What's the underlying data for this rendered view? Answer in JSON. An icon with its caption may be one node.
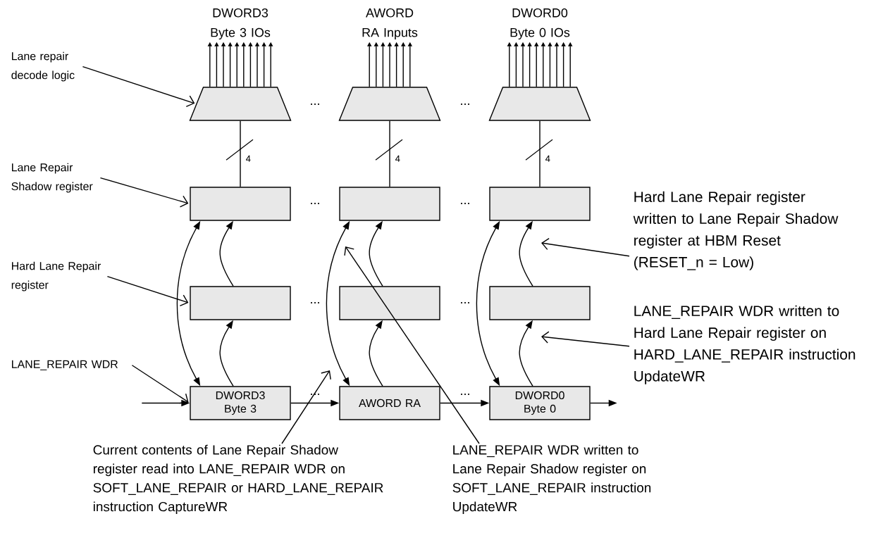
{
  "diagram": {
    "nodes": [
      {
        "text": [
          "DWORD3 Byte 3 IOs"
        ]
      },
      {
        "text": [
          "AWORD RA Inputs"
        ]
      },
      {
        "text": [
          "DWORD0 Byte 0 IOs"
        ]
      },
      {
        "text": [
          "Lane repair decode logic"
        ]
      },
      {
        "text": [],
        "shape": "trapezoid"
      },
      {
        "text": [],
        "shape": "trapezoid"
      },
      {
        "text": [],
        "shape": "trapezoid"
      },
      {
        "text": [
          "Lane Repair Shadow register"
        ]
      },
      {
        "text": [],
        "shape": "box"
      },
      {
        "text": [],
        "shape": "box"
      },
      {
        "text": [],
        "shape": "box"
      },
      {
        "text": [
          "Hard Lane Repair register"
        ]
      },
      {
        "text": [],
        "shape": "box"
      },
      {
        "text": [],
        "shape": "box"
      },
      {
        "text": [],
        "shape": "box"
      },
      {
        "text": [
          "LANE_REPAIR WDR"
        ]
      },
      {
        "text": [
          "DWORD3 Byte 3"
        ]
      },
      {
        "text": [
          "AWORD RA"
        ]
      },
      {
        "text": [
          "DWORD0 Byte 0"
        ]
      },
      {
        "text": [
          "Hard Lane Repair register written to Lane Repair Shadow register at HBM Reset (RESET_n = Low)"
        ]
      },
      {
        "text": [
          "LANE_REPAIR WDR written to Hard Lane Repair register on HARD_LANE_REPAIR instruction UpdateWR"
        ]
      },
      {
        "text": [
          "Current contents of Lane Repair Shadow register read into LANE_REPAIR WDR on SOFT_LANE_REPAIR or HARD_LANE_REPAIR instruction CaptureWR"
        ]
      },
      {
        "text": [
          "LANE_REPAIR WDR written to Lane Repair Shadow register on SOFT_LANE_REPAIR instruction UpdateWR"
        ]
      }
    ],
    "edges": [
      {
        "from": 4,
        "to": 0,
        "arrow": "to"
      },
      {
        "from": 4,
        "to": 0,
        "arrow": "to"
      },
      {
        "from": 4,
        "to": 0,
        "arrow": "to"
      },
      {
        "from": 4,
        "to": 0,
        "arrow": "to"
      },
      {
        "from": 4,
        "to": 0,
        "arrow": "to"
      },
      {
        "from": 4,
        "to": 0,
        "arrow": "to"
      },
      {
        "from": 4,
        "to": 0,
        "arrow": "to"
      },
      {
        "from": 4,
        "to": 0,
        "arrow": "to"
      },
      {
        "from": 4,
        "to": 0,
        "arrow": "to"
      },
      {
        "from": 4,
        "to": 0,
        "arrow": "to"
      },
      {
        "from": 5,
        "to": 1,
        "arrow": "to"
      },
      {
        "from": 5,
        "to": 1,
        "arrow": "to"
      },
      {
        "from": 5,
        "to": 1,
        "arrow": "to"
      },
      {
        "from": 5,
        "to": 1,
        "arrow": "to"
      },
      {
        "from": 5,
        "to": 1,
        "arrow": "to"
      },
      {
        "from": 5,
        "to": 1,
        "arrow": "to"
      },
      {
        "from": 5,
        "to": 1,
        "arrow": "to"
      },
      {
        "from": 6,
        "to": 2,
        "arrow": "to"
      },
      {
        "from": 6,
        "to": 2,
        "arrow": "to"
      },
      {
        "from": 6,
        "to": 2,
        "arrow": "to"
      },
      {
        "from": 6,
        "to": 2,
        "arrow": "to"
      },
      {
        "from": 6,
        "to": 2,
        "arrow": "to"
      },
      {
        "from": 6,
        "to": 2,
        "arrow": "to"
      },
      {
        "from": 6,
        "to": 2,
        "arrow": "to"
      },
      {
        "from": 6,
        "to": 2,
        "arrow": "to"
      },
      {
        "from": 6,
        "to": 2,
        "arrow": "to"
      },
      {
        "from": 6,
        "to": 2,
        "arrow": "to"
      },
      {
        "from": 8,
        "to": 4,
        "arrow": "none",
        "label": "4"
      },
      {
        "from": 9,
        "to": 5,
        "arrow": "none",
        "label": "4"
      },
      {
        "from": 10,
        "to": 6,
        "arrow": "none",
        "label": "4"
      },
      {
        "from": 3,
        "to": 4,
        "arrow": "to"
      },
      {
        "from": 7,
        "to": 8,
        "arrow": "to"
      },
      {
        "from": 11,
        "to": 12,
        "arrow": "to"
      },
      {
        "from": 15,
        "to": 16,
        "arrow": "to"
      },
      {
        "from": 8,
        "to": 16,
        "arrow": "both"
      },
      {
        "from": 9,
        "to": 17,
        "arrow": "both"
      },
      {
        "from": 10,
        "to": 18,
        "arrow": "both"
      },
      {
        "from": 12,
        "to": 8,
        "arrow": "to"
      },
      {
        "from": 13,
        "to": 9,
        "arrow": "to"
      },
      {
        "from": 14,
        "to": 10,
        "arrow": "to"
      },
      {
        "from": 16,
        "to": 12,
        "arrow": "to"
      },
      {
        "from": 17,
        "to": 13,
        "arrow": "to"
      },
      {
        "from": 18,
        "to": 14,
        "arrow": "to"
      },
      {
        "from": null,
        "to": 16,
        "arrow": "to"
      },
      {
        "from": 16,
        "to": 17,
        "arrow": "to"
      },
      {
        "from": 17,
        "to": 18,
        "arrow": "to"
      },
      {
        "from": 18,
        "to": null,
        "arrow": "to"
      },
      {
        "from": 19,
        "to": null,
        "arrow": "to"
      },
      {
        "from": 20,
        "to": null,
        "arrow": "to"
      },
      {
        "from": 21,
        "to": null,
        "arrow": "to"
      },
      {
        "from": 22,
        "to": null,
        "arrow": "to"
      }
    ],
    "labels": [
      "...",
      "...",
      "...",
      "...",
      "...",
      "...",
      "...",
      "..."
    ]
  }
}
